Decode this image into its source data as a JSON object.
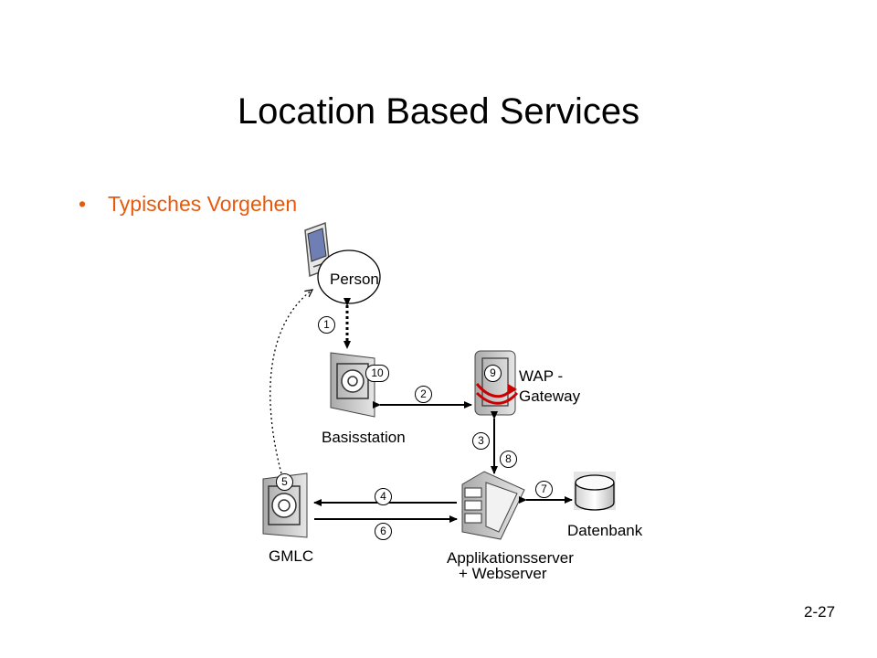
{
  "title": "Location Based Services",
  "bullet": {
    "symbol": "•",
    "text": "Typisches Vorgehen"
  },
  "nodes": {
    "person": "Person",
    "basisstation": "Basisstation",
    "wap_line1": "WAP -",
    "wap_line2": "Gateway",
    "gmlc": "GMLC",
    "app_line1": "Applikationsserver",
    "app_line2": "+ Webserver",
    "datenbank": "Datenbank"
  },
  "steps": [
    "1",
    "2",
    "3",
    "4",
    "5",
    "6",
    "7",
    "8",
    "9",
    "10"
  ],
  "slide_number": "2-27",
  "colors": {
    "accent": "#e8590c",
    "arrow": "#000000",
    "wap_arrow": "#cc0000"
  }
}
